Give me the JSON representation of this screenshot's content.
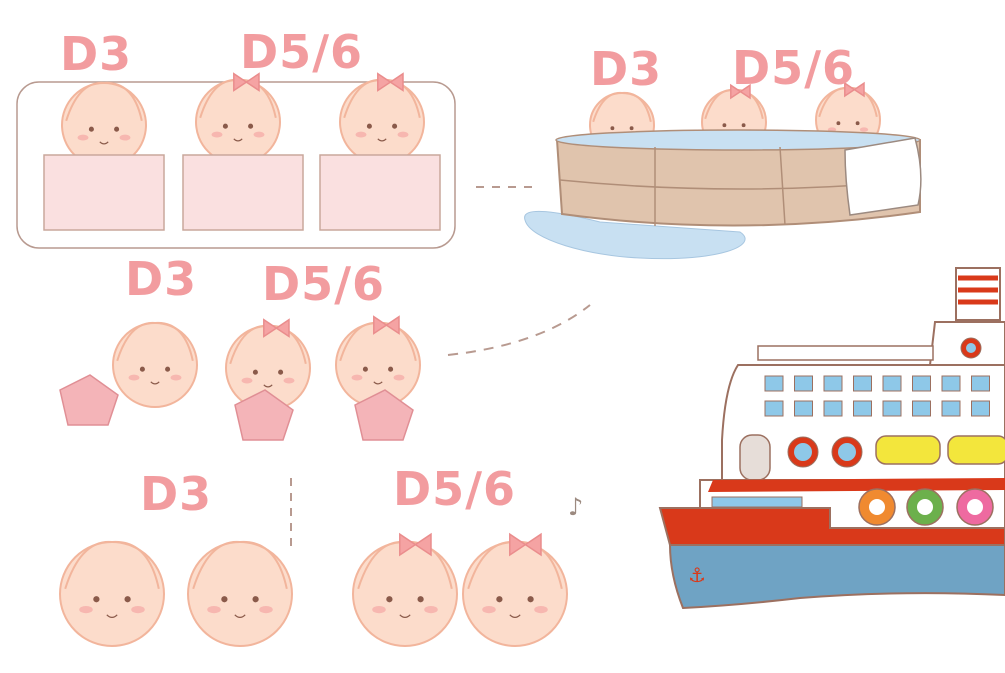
{
  "scenes": [
    {
      "name": "sleeping",
      "labels": [
        "D3",
        "D5/6"
      ]
    },
    {
      "name": "bathing",
      "labels": [
        "D3",
        "D5/6"
      ]
    },
    {
      "name": "dressing",
      "labels": [
        "D3",
        "D5/6"
      ]
    },
    {
      "name": "faces",
      "labels": [
        "D3",
        "D5/6"
      ]
    }
  ],
  "colors": {
    "label": "#f29c9f",
    "skin": "#fcdccb",
    "ship_red": "#d9391a",
    "ship_blue": "#6fa3c4",
    "tub": "#e0c4ad",
    "water": "#c8e0f2"
  }
}
